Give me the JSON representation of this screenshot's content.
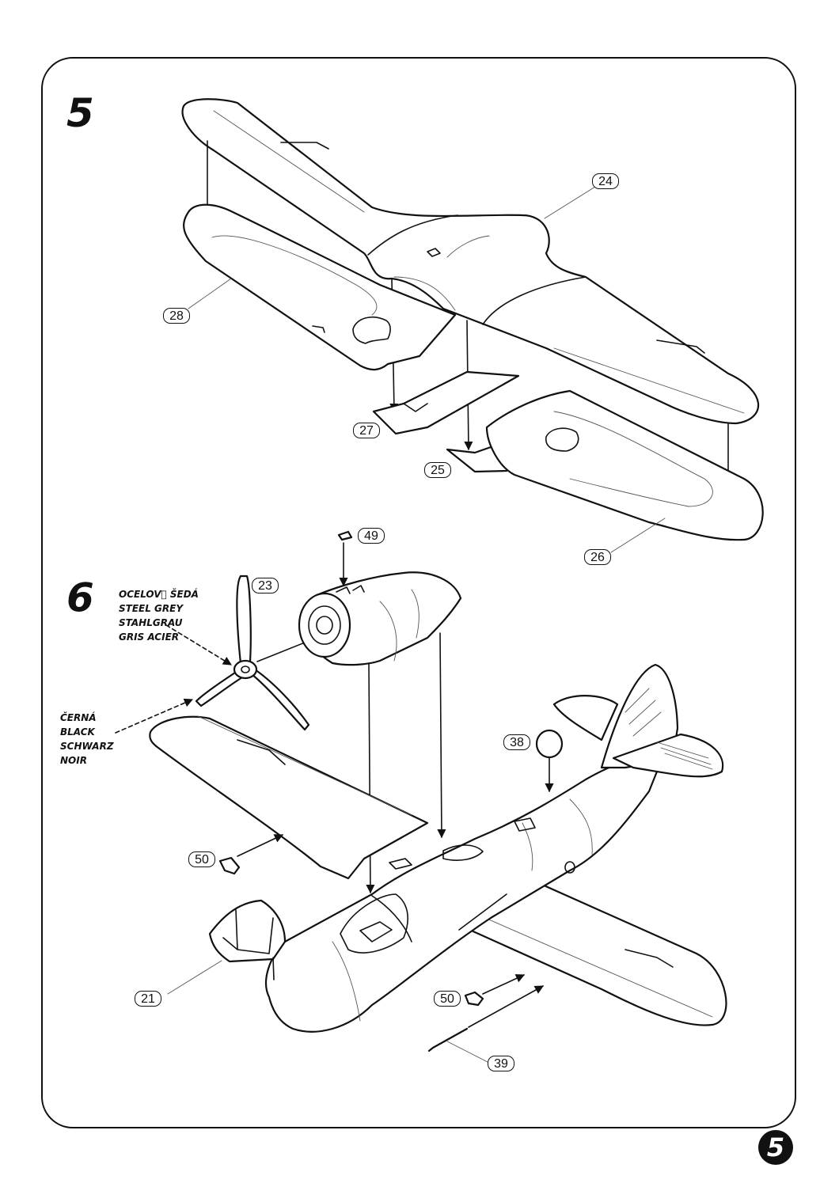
{
  "steps": {
    "step5": "5",
    "step6": "6"
  },
  "page_number": "5",
  "parts": {
    "p24": "24",
    "p28": "28",
    "p27": "27",
    "p25": "25",
    "p26": "26",
    "p49": "49",
    "p23": "23",
    "p38": "38",
    "p50a": "50",
    "p21": "21",
    "p50b": "50",
    "p39": "39"
  },
  "color_notes": {
    "steel_grey": [
      "OCELOVᷛ ŠEDÁ",
      "STEEL GREY",
      "STAHLGRAU",
      "GRIS ACIER"
    ],
    "black": [
      "ČERNÁ",
      "BLACK",
      "SCHWARZ",
      "NOIR"
    ]
  }
}
